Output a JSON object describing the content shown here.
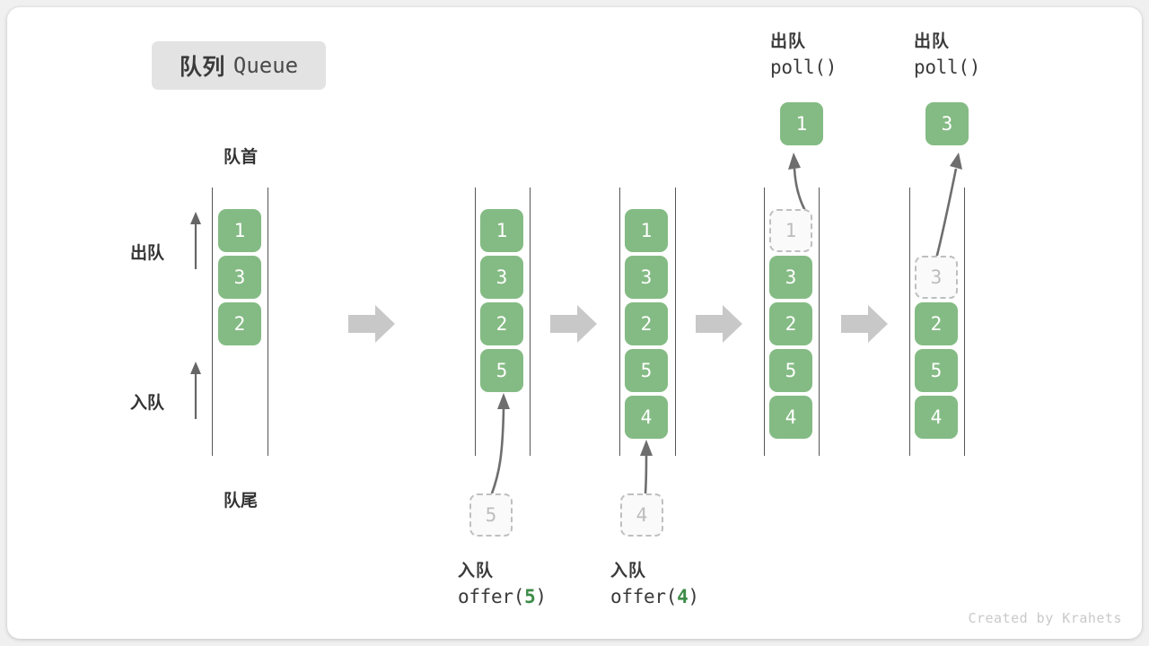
{
  "title": {
    "cn": "队列",
    "en": "Queue"
  },
  "labels": {
    "front": "队首",
    "rear": "队尾",
    "dequeue": "出队",
    "enqueue": "入队"
  },
  "colors": {
    "element_fill": "#84bb84",
    "element_text": "#ffffff",
    "ghost_fill": "#fafafa",
    "ghost_border": "#bfbfbf",
    "rail": "#555555",
    "step_arrow": "#c8c8c8",
    "accent_code": "#3d8c48",
    "badge_bg": "#e3e3e3",
    "card_bg": "#ffffff",
    "page_bg": "#f0f0f0"
  },
  "side_labels": {
    "dequeue": {
      "text": "出队",
      "direction": "up"
    },
    "enqueue": {
      "text": "入队",
      "direction": "up"
    }
  },
  "steps": [
    {
      "id": "initial",
      "elements": [
        "1",
        "3",
        "2"
      ],
      "ghost_index": -1,
      "caption": null,
      "incoming": null,
      "outgoing": null
    },
    {
      "id": "offer-5",
      "elements": [
        "1",
        "3",
        "2",
        "5"
      ],
      "ghost_index": -1,
      "caption": {
        "cn": "入队",
        "code_prefix": "offer(",
        "code_arg": "5",
        "code_suffix": ")"
      },
      "incoming": {
        "value": "5",
        "kind": "ghost-below"
      },
      "outgoing": null
    },
    {
      "id": "offer-4",
      "elements": [
        "1",
        "3",
        "2",
        "5",
        "4"
      ],
      "ghost_index": -1,
      "caption": {
        "cn": "入队",
        "code_prefix": "offer(",
        "code_arg": "4",
        "code_suffix": ")"
      },
      "incoming": {
        "value": "4",
        "kind": "ghost-below"
      },
      "outgoing": null
    },
    {
      "id": "poll-1",
      "elements": [
        "1",
        "3",
        "2",
        "5",
        "4"
      ],
      "ghost_index": 0,
      "caption": {
        "cn": "出队",
        "code_prefix": "poll(",
        "code_arg": "",
        "code_suffix": ")"
      },
      "incoming": null,
      "outgoing": {
        "value": "1",
        "kind": "popped-above"
      }
    },
    {
      "id": "poll-3",
      "elements": [
        "",
        "3",
        "2",
        "5",
        "4"
      ],
      "ghost_index": 1,
      "caption": {
        "cn": "出队",
        "code_prefix": "poll(",
        "code_arg": "",
        "code_suffix": ")"
      },
      "incoming": null,
      "outgoing": {
        "value": "3",
        "kind": "popped-above"
      }
    }
  ],
  "step_arrows": [
    {
      "from": "initial",
      "to": "offer-5"
    },
    {
      "from": "offer-5",
      "to": "offer-4"
    },
    {
      "from": "offer-4",
      "to": "poll-1"
    },
    {
      "from": "poll-1",
      "to": "poll-3"
    }
  ],
  "popped": [
    {
      "step": "poll-1",
      "value": "1",
      "label_cn": "出队",
      "label_code": "poll()"
    },
    {
      "step": "poll-3",
      "value": "3",
      "label_cn": "出队",
      "label_code": "poll()"
    }
  ],
  "credit": "Created by Krahets"
}
